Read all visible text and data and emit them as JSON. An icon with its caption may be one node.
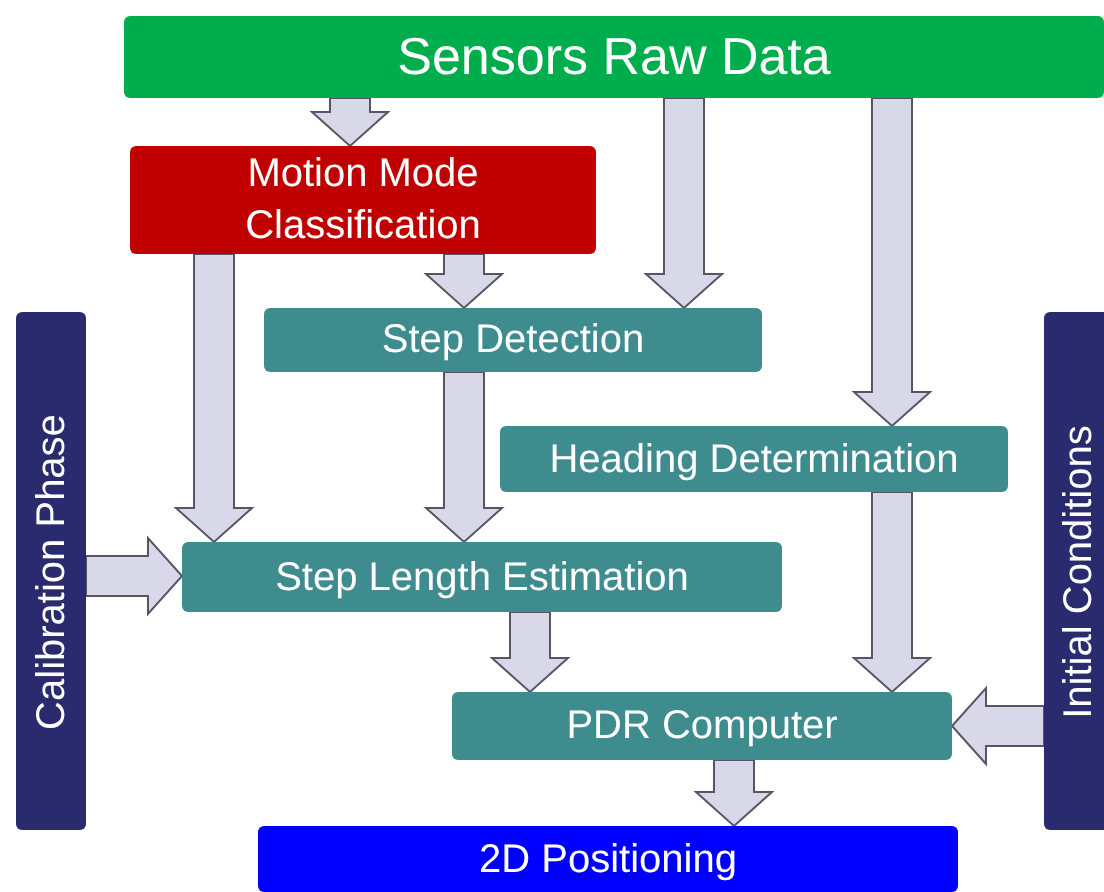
{
  "diagram": {
    "nodes": [
      {
        "text": [
          "Sensors Raw Data"
        ]
      },
      {
        "text": [
          "Motion Mode Classification"
        ]
      },
      {
        "text": [
          "Step Detection"
        ]
      },
      {
        "text": [
          "Heading Determination"
        ]
      },
      {
        "text": [
          "Step Length Estimation"
        ]
      },
      {
        "text": [
          "PDR Computer"
        ]
      },
      {
        "text": [
          "2D Positioning"
        ]
      },
      {
        "text": [
          "Calibration Phase"
        ]
      },
      {
        "text": [
          "Initial Conditions"
        ]
      }
    ],
    "edges": [
      {
        "from": 0,
        "to": 1,
        "arrow": "to"
      },
      {
        "from": 0,
        "to": 2,
        "arrow": "to"
      },
      {
        "from": 0,
        "to": 3,
        "arrow": "to"
      },
      {
        "from": 1,
        "to": 4,
        "arrow": "to"
      },
      {
        "from": 1,
        "to": 2,
        "arrow": "to"
      },
      {
        "from": 2,
        "to": 4,
        "arrow": "to"
      },
      {
        "from": 3,
        "to": 5,
        "arrow": "to"
      },
      {
        "from": 4,
        "to": 5,
        "arrow": "to"
      },
      {
        "from": 7,
        "to": 4,
        "arrow": "to"
      },
      {
        "from": 8,
        "to": 5,
        "arrow": "to"
      },
      {
        "from": 5,
        "to": 6,
        "arrow": "to"
      }
    ]
  }
}
